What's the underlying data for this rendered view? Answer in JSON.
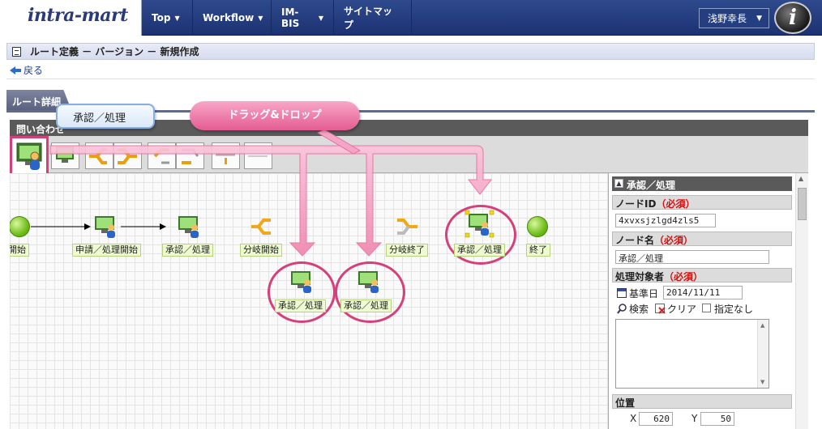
{
  "header": {
    "logo_text": "intra-mart",
    "menu": [
      {
        "label": "Top"
      },
      {
        "label": "Workflow"
      },
      {
        "label": "IM-BIS"
      },
      {
        "label": "サイトマップ"
      }
    ],
    "user_name": "浅野幸長",
    "avatar_glyph": "i"
  },
  "page": {
    "title": "ルート定義 － バージョン － 新規作成",
    "back_label": "戻る",
    "section_tab": "ルート詳細",
    "panel_title": "問い合わせ"
  },
  "callouts": {
    "tool_tip": "承認／処理",
    "drag_drop": "ドラッグ&ドロップ"
  },
  "nodes": {
    "start": "開始",
    "apply": "申請／処理開始",
    "approve1": "承認／処理",
    "branch_start": "分岐開始",
    "branch_end": "分岐終了",
    "approve_selected": "承認／処理",
    "end": "終了",
    "approve_branch1": "承認／処理",
    "approve_branch2": "承認／処理"
  },
  "properties": {
    "panel_title": "承認／処理",
    "node_id_label": "ノードID",
    "required_label": "（必須）",
    "node_id_value": "4xvxsjzlgd4zls5",
    "node_name_label": "ノード名",
    "node_name_value": "承認／処理",
    "target_label": "処理対象者",
    "base_date_label": "基準日",
    "base_date_value": "2014/11/11",
    "search_label": "検索",
    "clear_label": "クリア",
    "unspecified_label": "指定なし",
    "position_label": "位置",
    "x_label": "X",
    "x_value": "620",
    "y_label": "Y",
    "y_value": "50"
  },
  "colors": {
    "accent_pink": "#d6407a",
    "header_blue": "#1c3272",
    "node_green": "#6fbf1a"
  }
}
